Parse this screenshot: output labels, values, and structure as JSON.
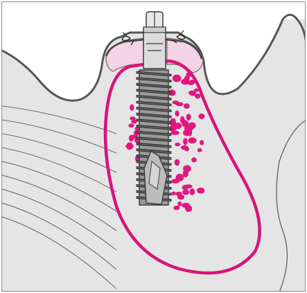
{
  "diagram": {
    "subject": "dental-implant-cross-section",
    "labels": [],
    "colors": {
      "tissue": "#e5e5e5",
      "outline": "#555555",
      "gum": "#f3d3e4",
      "graft": "#e0187f",
      "implant_fill": "#8e8e8e",
      "implant_dark": "#3a3a3a",
      "abutment": "#dcdcdc",
      "frame": "#8a8a8a"
    },
    "graft_particle_count": 70,
    "implant_thread_count": 22,
    "muscle_fiber_count": 9
  }
}
